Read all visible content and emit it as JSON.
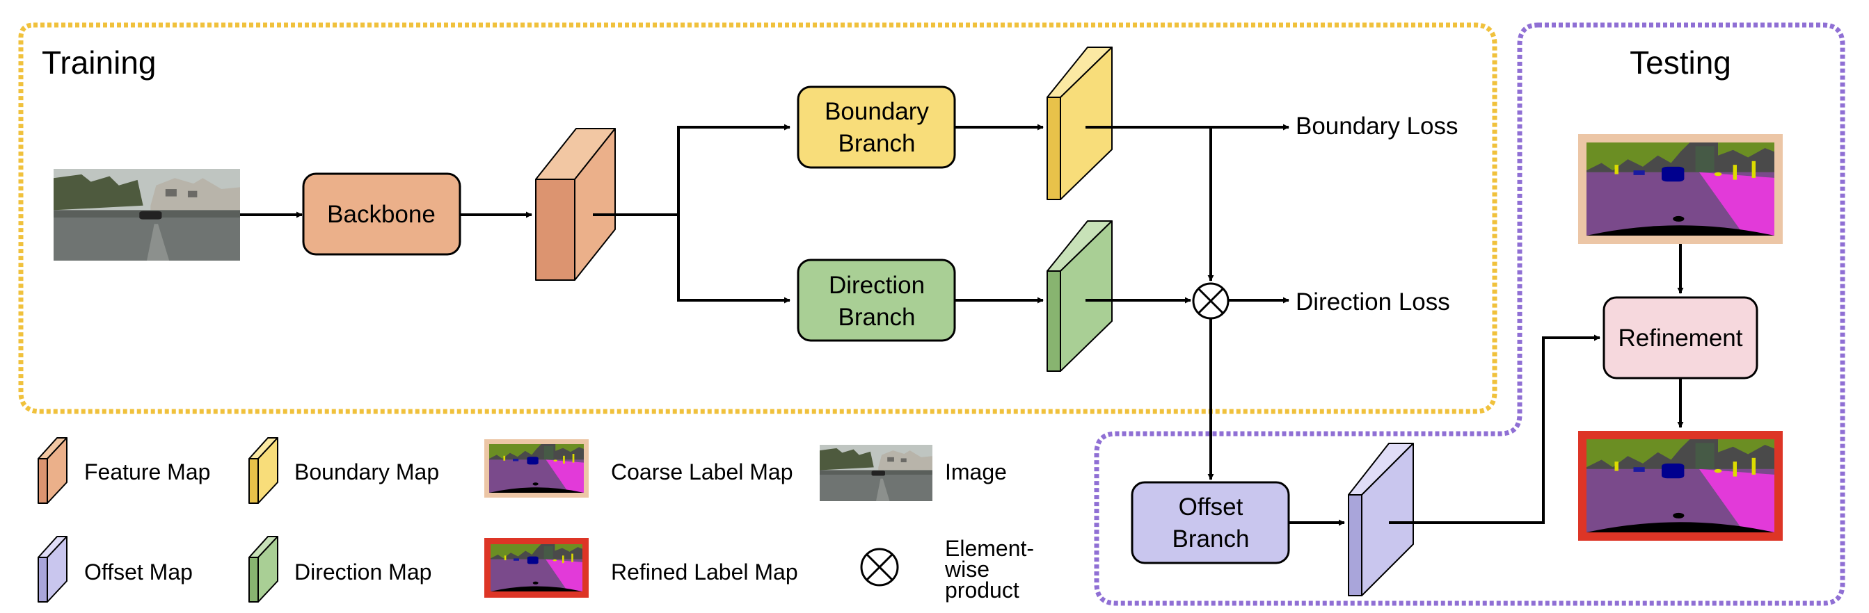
{
  "training": {
    "title": "Training"
  },
  "testing": {
    "title": "Testing"
  },
  "nodes": {
    "backbone": "Backbone",
    "boundary_branch": [
      "Boundary",
      "Branch"
    ],
    "direction_branch": [
      "Direction",
      "Branch"
    ],
    "offset_branch": [
      "Offset",
      "Branch"
    ],
    "refinement": "Refinement"
  },
  "outputs": {
    "boundary_loss": "Boundary Loss",
    "direction_loss": "Direction Loss"
  },
  "legend": {
    "feature_map": "Feature Map",
    "boundary_map": "Boundary Map",
    "coarse_label_map": "Coarse Label Map",
    "image": "Image",
    "offset_map": "Offset Map",
    "direction_map": "Direction Map",
    "refined_label_map": "Refined Label Map",
    "element_wise_product": [
      "Element-",
      "wise",
      "product"
    ]
  },
  "colors": {
    "training_border": "#f0c13c",
    "testing_border": "#8f6fd4",
    "backbone_fill": "#ebb08a",
    "boundary_fill": "#f8dd7a",
    "direction_fill": "#a9cf95",
    "offset_fill": "#c9c6ee",
    "refinement_fill": "#f6d8dd",
    "refined_frame": "#dd3526",
    "coarse_frame": "#ecc6a6"
  }
}
